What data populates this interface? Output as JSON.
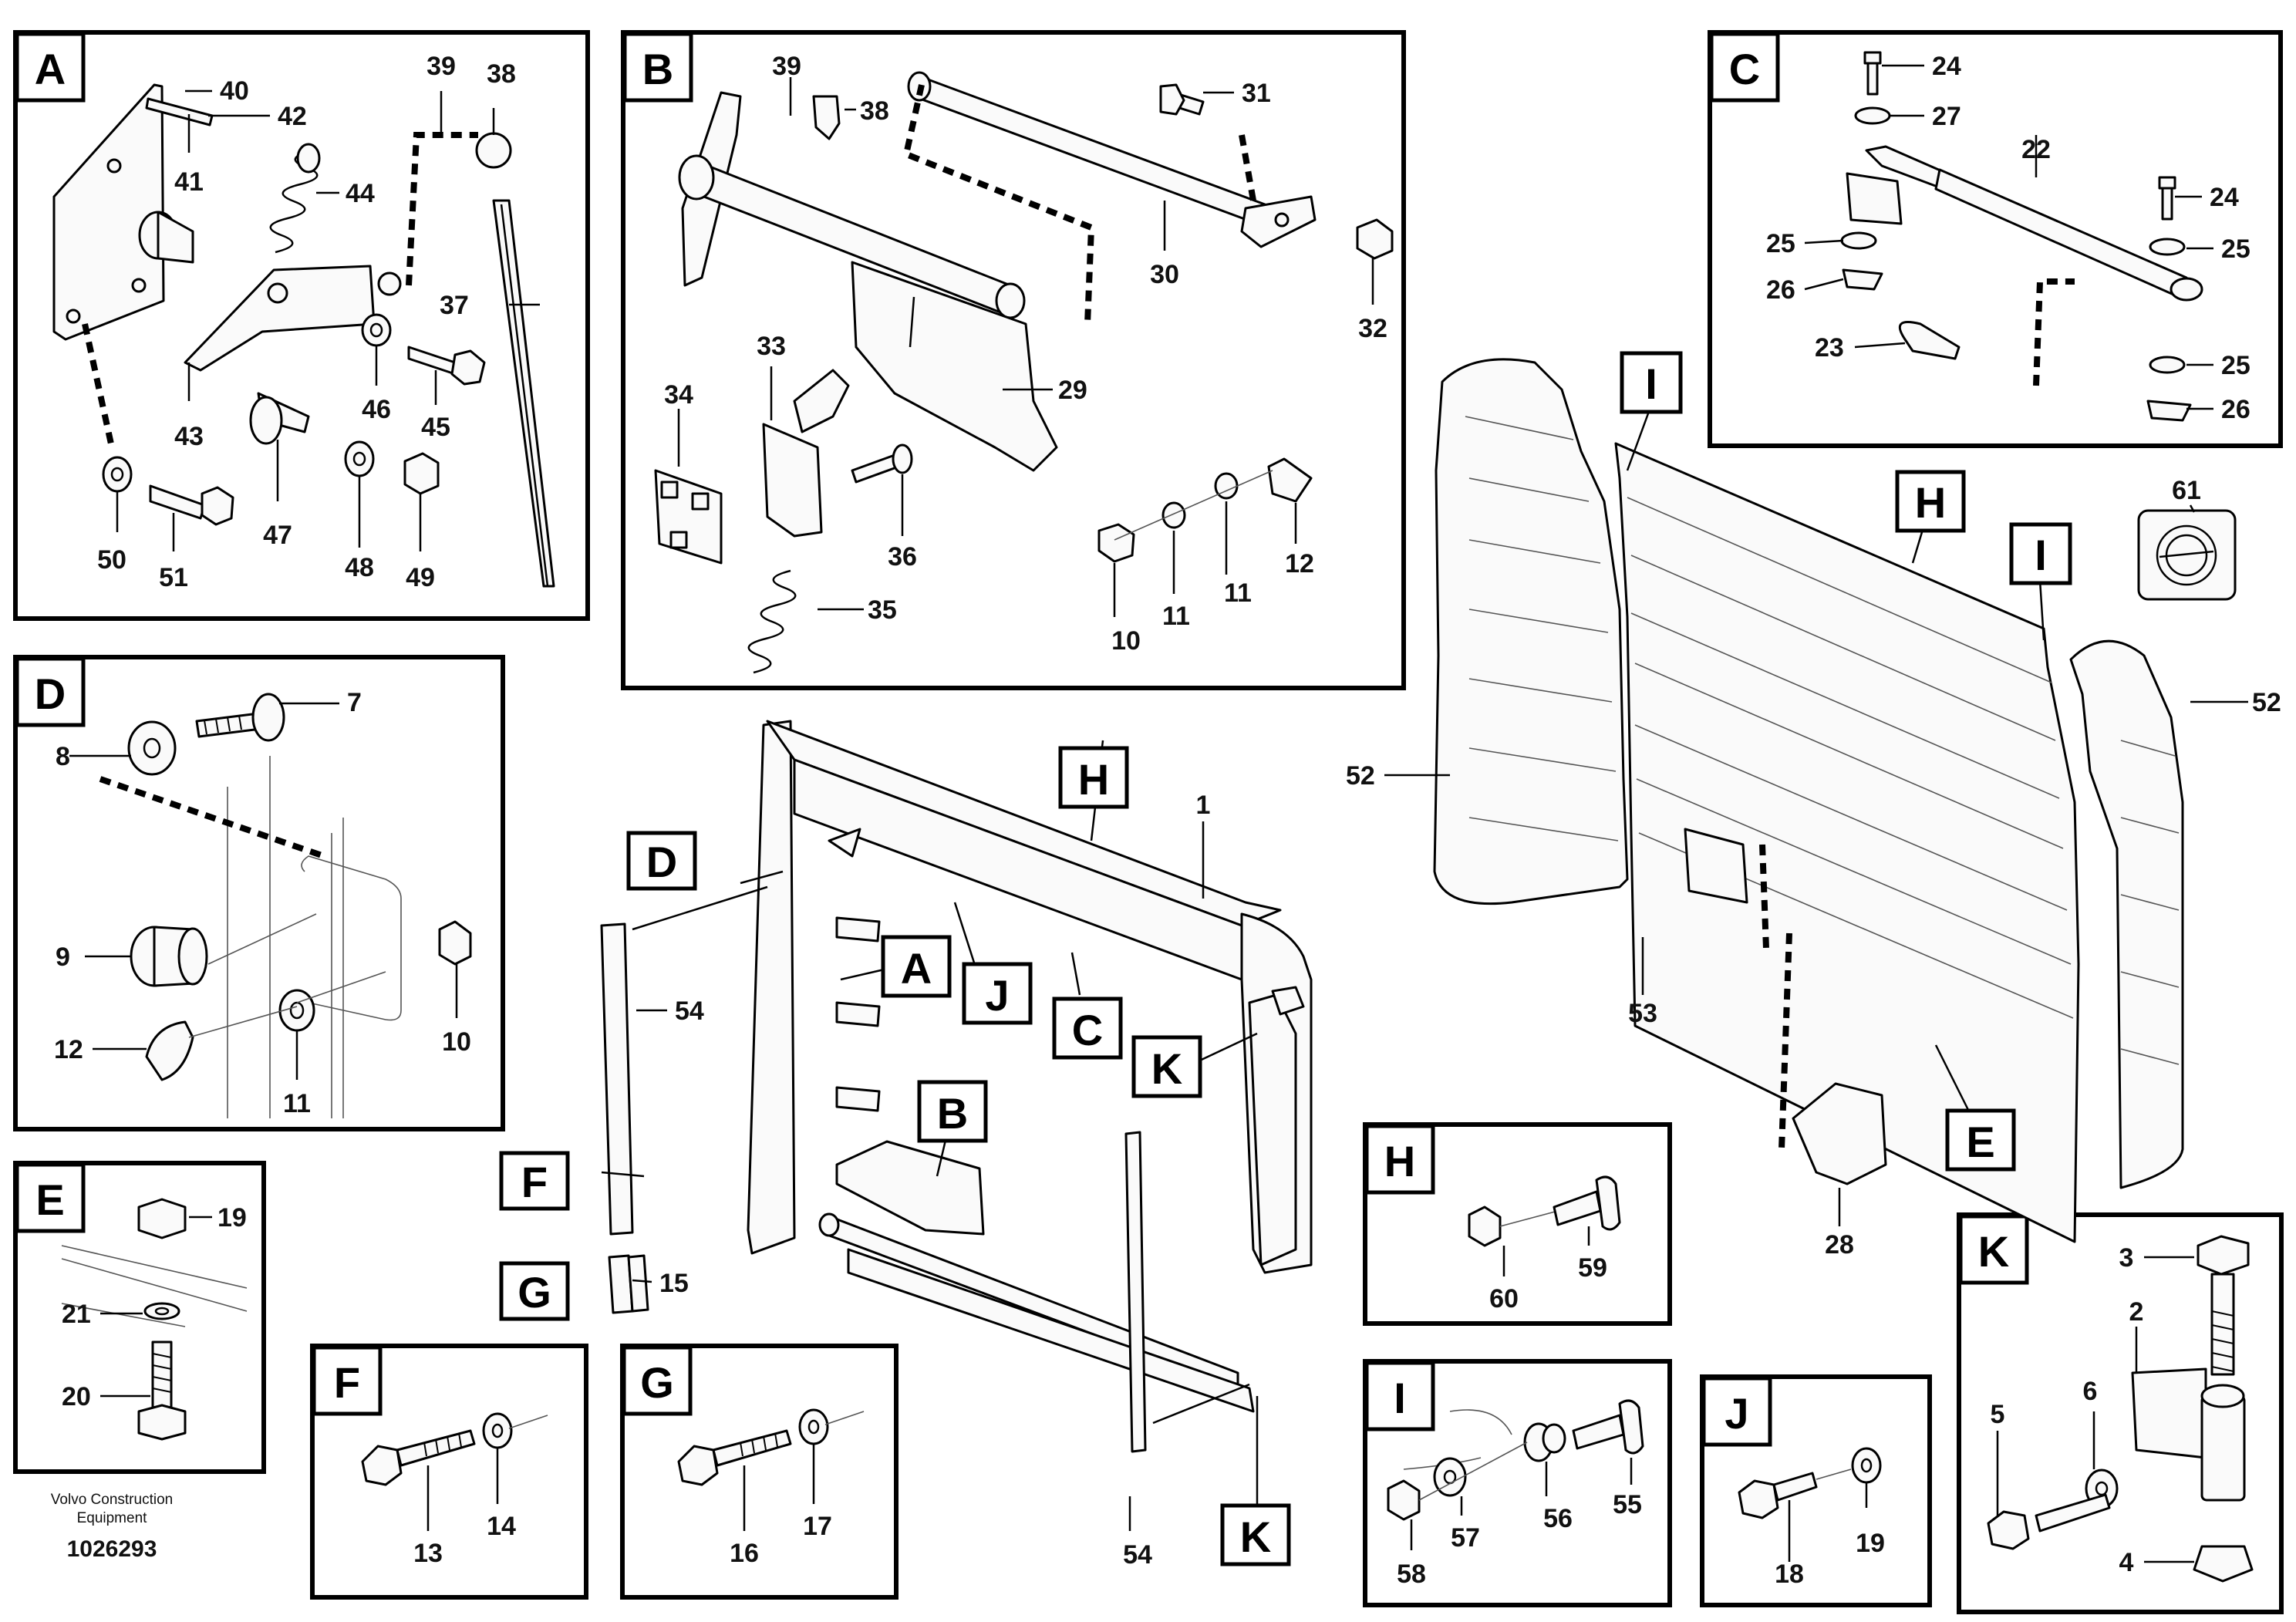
{
  "panels": {
    "A": {
      "letter": "A",
      "labels": [
        "40",
        "42",
        "41",
        "44",
        "39",
        "38",
        "37",
        "43",
        "46",
        "45",
        "47",
        "50",
        "51",
        "48",
        "49"
      ]
    },
    "B": {
      "letter": "B",
      "labels": [
        "39",
        "38",
        "31",
        "30",
        "32",
        "33",
        "29",
        "34",
        "36",
        "35",
        "10",
        "11",
        "11",
        "12"
      ]
    },
    "C": {
      "letter": "C",
      "labels": [
        "24",
        "27",
        "22",
        "24",
        "25",
        "25",
        "26",
        "23",
        "25",
        "26"
      ]
    },
    "D": {
      "letter": "D",
      "labels": [
        "7",
        "8",
        "9",
        "10",
        "12",
        "11"
      ]
    },
    "E": {
      "letter": "E",
      "labels": [
        "19",
        "21",
        "20"
      ]
    },
    "F": {
      "letter": "F",
      "labels": [
        "13",
        "14"
      ]
    },
    "G": {
      "letter": "G",
      "labels": [
        "16",
        "17"
      ]
    },
    "H": {
      "letter": "H",
      "labels": [
        "60",
        "59"
      ]
    },
    "I": {
      "letter": "I",
      "labels": [
        "58",
        "57",
        "56",
        "55"
      ]
    },
    "J": {
      "letter": "J",
      "labels": [
        "18",
        "19"
      ]
    },
    "K": {
      "letter": "K",
      "labels": [
        "3",
        "2",
        "5",
        "6",
        "4"
      ]
    }
  },
  "main": {
    "tags": [
      "H",
      "D",
      "A",
      "J",
      "C",
      "K",
      "B",
      "F",
      "G",
      "K",
      "I",
      "H",
      "I",
      "E"
    ],
    "labels": [
      "1",
      "54",
      "15",
      "54",
      "52",
      "53",
      "52",
      "28",
      "61"
    ]
  },
  "credit": {
    "line1": "Volvo Construction",
    "line2": "Equipment",
    "number": "1026293"
  }
}
